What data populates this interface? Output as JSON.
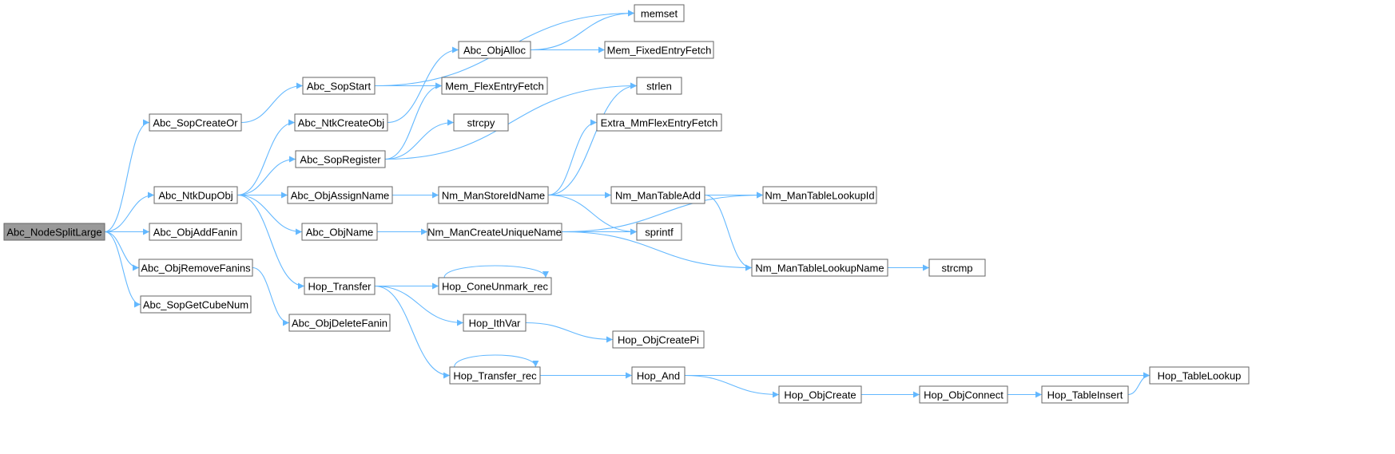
{
  "colors": {
    "edge": "#63b8ff",
    "node_border": "#666666",
    "node_fill": "#ffffff",
    "root_fill": "#999999",
    "text": "#000000"
  },
  "nodes": {
    "Abc_NodeSplitLarge": "Abc_NodeSplitLarge",
    "Abc_SopCreateOr": "Abc_SopCreateOr",
    "Abc_NtkDupObj": "Abc_NtkDupObj",
    "Abc_ObjAddFanin": "Abc_ObjAddFanin",
    "Abc_ObjRemoveFanins": "Abc_ObjRemoveFanins",
    "Abc_SopGetCubeNum": "Abc_SopGetCubeNum",
    "Abc_SopStart": "Abc_SopStart",
    "Abc_NtkCreateObj": "Abc_NtkCreateObj",
    "Abc_SopRegister": "Abc_SopRegister",
    "Abc_ObjAssignName": "Abc_ObjAssignName",
    "Abc_ObjName": "Abc_ObjName",
    "Hop_Transfer": "Hop_Transfer",
    "Abc_ObjDeleteFanin": "Abc_ObjDeleteFanin",
    "memset": "memset",
    "Abc_ObjAlloc": "Abc_ObjAlloc",
    "Mem_FlexEntryFetch": "Mem_FlexEntryFetch",
    "strcpy": "strcpy",
    "Nm_ManStoreIdName": "Nm_ManStoreIdName",
    "Nm_ManCreateUniqueName": "Nm_ManCreateUniqueName",
    "Hop_ConeUnmark_rec": "Hop_ConeUnmark_rec",
    "Hop_IthVar": "Hop_IthVar",
    "Hop_Transfer_rec": "Hop_Transfer_rec",
    "Mem_FixedEntryFetch": "Mem_FixedEntryFetch",
    "strlen": "strlen",
    "Extra_MmFlexEntryFetch": "Extra_MmFlexEntryFetch",
    "Nm_ManTableAdd": "Nm_ManTableAdd",
    "sprintf": "sprintf",
    "Hop_ObjCreatePi": "Hop_ObjCreatePi",
    "Hop_And": "Hop_And",
    "Nm_ManTableLookupId": "Nm_ManTableLookupId",
    "Nm_ManTableLookupName": "Nm_ManTableLookupName",
    "Hop_ObjCreate": "Hop_ObjCreate",
    "strcmp": "strcmp",
    "Hop_ObjConnect": "Hop_ObjConnect",
    "Hop_TableInsert": "Hop_TableInsert",
    "Hop_TableLookup": "Hop_TableLookup"
  },
  "edges": [
    [
      "Abc_NodeSplitLarge",
      "Abc_SopCreateOr"
    ],
    [
      "Abc_NodeSplitLarge",
      "Abc_NtkDupObj"
    ],
    [
      "Abc_NodeSplitLarge",
      "Abc_ObjAddFanin"
    ],
    [
      "Abc_NodeSplitLarge",
      "Abc_ObjRemoveFanins"
    ],
    [
      "Abc_NodeSplitLarge",
      "Abc_SopGetCubeNum"
    ],
    [
      "Abc_SopCreateOr",
      "Abc_SopStart"
    ],
    [
      "Abc_SopStart",
      "memset"
    ],
    [
      "Abc_SopStart",
      "Mem_FlexEntryFetch"
    ],
    [
      "Abc_NtkDupObj",
      "Abc_NtkCreateObj"
    ],
    [
      "Abc_NtkDupObj",
      "Abc_SopRegister"
    ],
    [
      "Abc_NtkDupObj",
      "Abc_ObjAssignName"
    ],
    [
      "Abc_NtkDupObj",
      "Abc_ObjName"
    ],
    [
      "Abc_NtkDupObj",
      "Hop_Transfer"
    ],
    [
      "Abc_NtkCreateObj",
      "Abc_ObjAlloc"
    ],
    [
      "Abc_ObjAlloc",
      "memset"
    ],
    [
      "Abc_ObjAlloc",
      "Mem_FixedEntryFetch"
    ],
    [
      "Abc_SopRegister",
      "Mem_FlexEntryFetch"
    ],
    [
      "Abc_SopRegister",
      "strcpy"
    ],
    [
      "Abc_SopRegister",
      "strlen"
    ],
    [
      "Abc_ObjRemoveFanins",
      "Abc_ObjDeleteFanin"
    ],
    [
      "Abc_ObjAssignName",
      "Nm_ManStoreIdName"
    ],
    [
      "Nm_ManStoreIdName",
      "strlen"
    ],
    [
      "Nm_ManStoreIdName",
      "Extra_MmFlexEntryFetch"
    ],
    [
      "Nm_ManStoreIdName",
      "Nm_ManTableLookupId"
    ],
    [
      "Nm_ManStoreIdName",
      "Nm_ManTableAdd"
    ],
    [
      "Nm_ManStoreIdName",
      "sprintf"
    ],
    [
      "Nm_ManTableAdd",
      "Nm_ManTableLookupId"
    ],
    [
      "Nm_ManTableAdd",
      "Nm_ManTableLookupName"
    ],
    [
      "Abc_ObjName",
      "Nm_ManCreateUniqueName"
    ],
    [
      "Nm_ManCreateUniqueName",
      "sprintf"
    ],
    [
      "Nm_ManCreateUniqueName",
      "Nm_ManTableLookupId"
    ],
    [
      "Nm_ManCreateUniqueName",
      "Nm_ManTableLookupName"
    ],
    [
      "Nm_ManTableLookupName",
      "strcmp"
    ],
    [
      "Hop_Transfer",
      "Hop_ConeUnmark_rec"
    ],
    [
      "Hop_Transfer",
      "Hop_IthVar"
    ],
    [
      "Hop_Transfer",
      "Hop_Transfer_rec"
    ],
    [
      "Hop_ConeUnmark_rec",
      "Hop_ConeUnmark_rec"
    ],
    [
      "Hop_IthVar",
      "Hop_ObjCreatePi"
    ],
    [
      "Hop_Transfer_rec",
      "Hop_Transfer_rec"
    ],
    [
      "Hop_Transfer_rec",
      "Hop_And"
    ],
    [
      "Hop_And",
      "Hop_TableLookup"
    ],
    [
      "Hop_And",
      "Hop_ObjCreate"
    ],
    [
      "Hop_ObjCreate",
      "Hop_ObjConnect"
    ],
    [
      "Hop_ObjConnect",
      "Hop_TableInsert"
    ],
    [
      "Hop_TableInsert",
      "Hop_TableLookup"
    ]
  ]
}
